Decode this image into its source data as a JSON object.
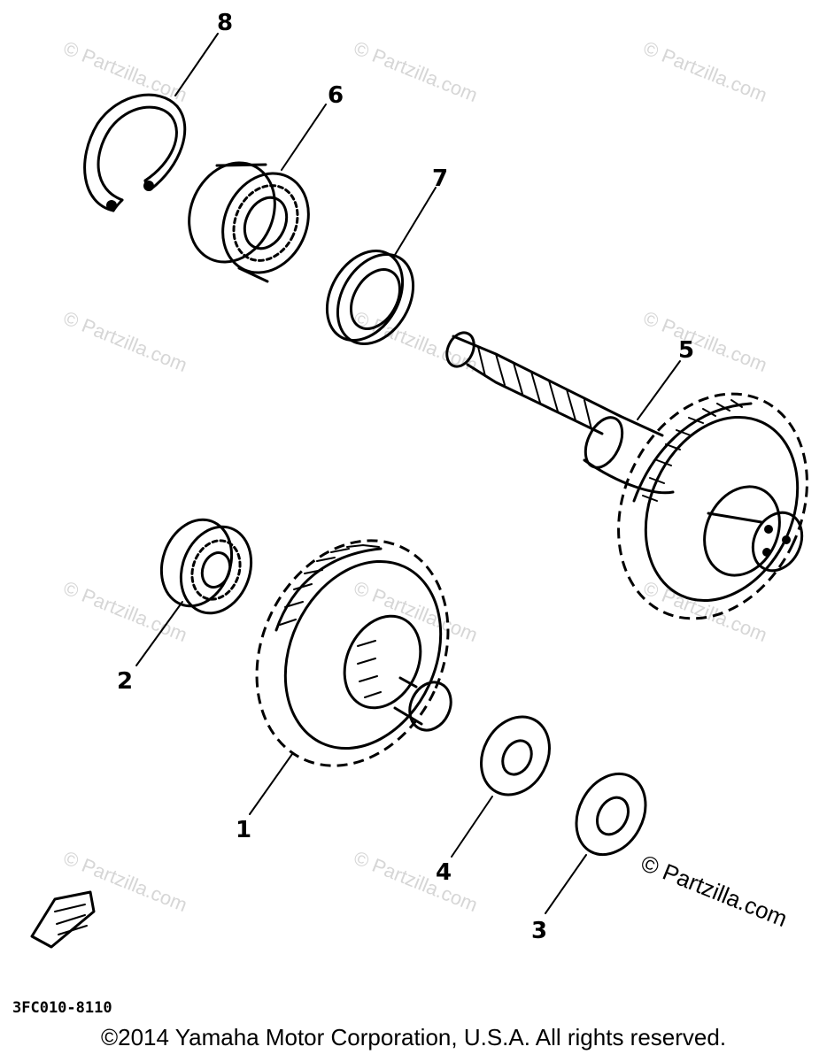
{
  "callouts": {
    "p1": "1",
    "p2": "2",
    "p3": "3",
    "p4": "4",
    "p5": "5",
    "p6": "6",
    "p7": "7",
    "p8": "8"
  },
  "watermark": {
    "text": "© Partzilla.com",
    "prominent": "© Partzilla.com"
  },
  "diagram_code": "3FC010-8110",
  "copyright": "©2014  Yamaha Motor Corporation, U.S.A. All rights reserved."
}
